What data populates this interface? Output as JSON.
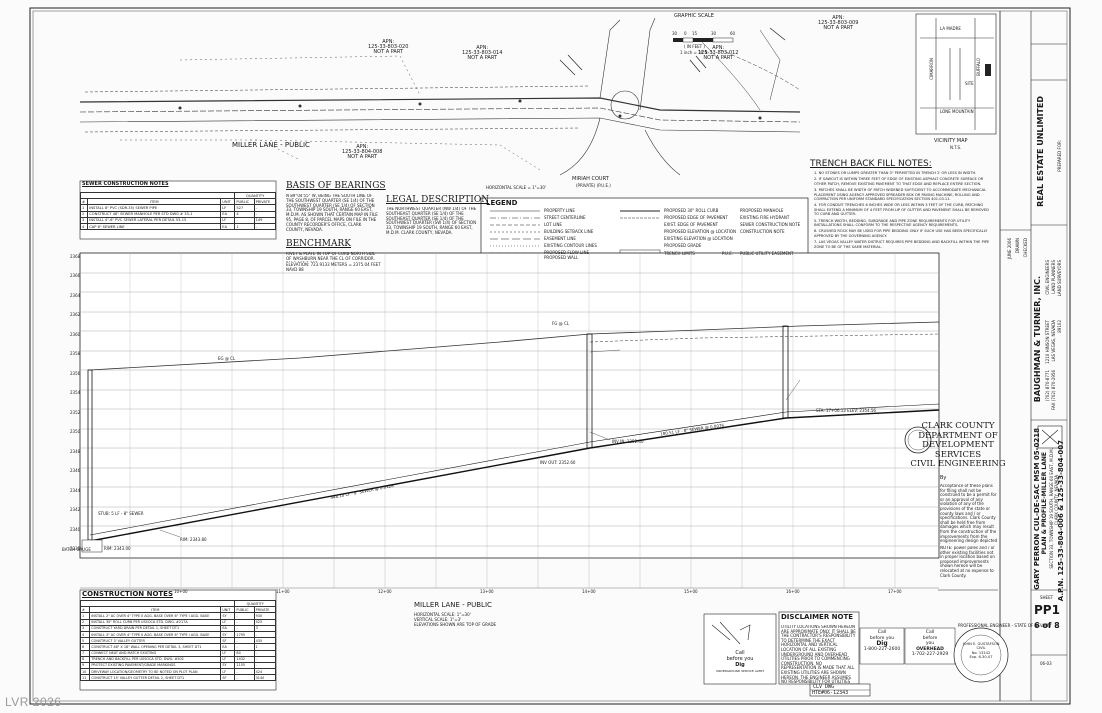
{
  "plan": {
    "apns": [
      {
        "label": "APN:",
        "number": "125-33-803-020",
        "status": "NOT A PART"
      },
      {
        "label": "APN:",
        "number": "125-33-803-014",
        "status": "NOT A PART"
      },
      {
        "label": "APN:",
        "number": "125-33-803-012",
        "status": "NOT A PART"
      },
      {
        "label": "APN:",
        "number": "125-33-803-009",
        "status": "NOT A PART"
      },
      {
        "label": "APN:",
        "number": "125-33-804-008",
        "status": "NOT A PART"
      }
    ],
    "street_lane": "MILLER LANE - PUBLIC",
    "street_court": "MIRIAH COURT",
    "street_court_sub": "(PRIVATE) (P.U.E.)",
    "graphic_scale": "GRAPHIC SCALE",
    "scale_unit": "( IN FEET )",
    "scale_ratio": "1 inch = 30 ft.",
    "scale_ticks": [
      "30",
      "0",
      "15",
      "30",
      "60"
    ],
    "horizontal_scale": "HORIZONTAL SCALE = 1\"=30'"
  },
  "vicinity": {
    "title": "VICINITY MAP",
    "scale": "N.T.S.",
    "roads": [
      "LA MADRE",
      "LONE MOUNTAIN",
      "CIMARRON",
      "BUFFALO"
    ],
    "site": "SITE"
  },
  "sewer_notes": {
    "title": "SEWER CONSTRUCTION NOTES",
    "headers": [
      "#",
      "ITEM",
      "UNIT",
      "PUBLIC",
      "PRIVATE"
    ],
    "quantity": "QUANTITY",
    "rows": [
      [
        "1",
        "INSTALL 8\" PVC (SDR-35) SEWER PIPE",
        "LF",
        "527",
        "-"
      ],
      [
        "2",
        "CONSTRUCT 48\" SEWER MANHOLE PER STD DWG # 33-1",
        "EA",
        "4",
        "-"
      ],
      [
        "3",
        "INSTALL 4\"-6\" PVC SEWER LATERAL PER DETAIL 53-15",
        "LF",
        "-",
        "149"
      ],
      [
        "4",
        "CAP 6\" SEWER LINE",
        "EA",
        "1",
        "-"
      ]
    ]
  },
  "basis": {
    "title": "BASIS OF BEARINGS",
    "text": "N 89°04'55\" W, BEING THE SOUTH LINE OF THE SOUTHWEST QUARTER (SE 1/4) OF THE SOUTHWEST QUARTER (SE 1/4) OF SECTION 33, TOWNSHIP 19 SOUTH, RANGE 60 EAST, M.D.M. AS SHOWN THAT CERTAIN MAP IN FILE 95, PAGE 8, OF PARCEL MAPS ON FILE IN THE COUNTY RECORDER'S OFFICE, CLARK COUNTY, NEVADA."
  },
  "benchmark": {
    "title": "BENCHMARK",
    "text": "RIVET & PLATE IN TOP OF CURB NORTH SIDE OF WASHBURN NEAR THE CL OF CORRIDOR. BM 9,990 3,903",
    "elevation": "ELEVATION: 723.9133 METERS = 2375.04 FEET",
    "navd": "NAVD 88"
  },
  "legal": {
    "title": "LEGAL DESCRIPTION",
    "text": "THE NORTHWEST QUARTER (NW 1/4) OF THE SOUTHEAST QUARTER (SE 1/4) OF THE SOUTHEAST QUARTER (SE 1/4) OF THE SOUTHWEST QUARTER (SW 1/4) OF SECTION 33, TOWNSHIP 19 SOUTH, RANGE 60 EAST, M.D.M. CLARK COUNTY, NEVADA."
  },
  "legend": {
    "title": "LEGEND",
    "items": [
      "PROPERTY LINE",
      "STREET CENTERLINE",
      "LOT LINE",
      "BUILDING SETBACK LINE",
      "EASEMENT LINE",
      "EXISTING CONTOUR LINES",
      "PROPOSED FLOW LINE",
      "PROPOSED WALL",
      "PROPOSED 30\" ROLL CURB",
      "PROPOSED EDGE OF PAVEMENT",
      "EXIST. EDGE OF PAVEMENT",
      "PROPOSED ELEVATION @ LOCATION",
      "EXISTING ELEVATION @ LOCATION",
      "PROPOSED GRADE",
      "PROPOSED MANHOLE",
      "EXISTING FIRE HYDRANT",
      "SEWER CONSTRUCTION NOTE",
      "CONSTRUCTION NOTE",
      "TRENCH LIMITS",
      "PUBLIC UTILITY EASEMENT"
    ],
    "pue": "P.U.E."
  },
  "trench": {
    "title": "TRENCH BACK FILL NOTES:",
    "notes": [
      "1. NO STONES OR LUMPS GREATER THAN 3\" PERMITTED IN TRENCH 2' OR LESS IN WIDTH.",
      "2. IF SAWCUT IS WITHIN THREE FEET OF EDGE OF EXISTING ASPHALT CONCRETE SURFACE OR OTHER PATCH, REMOVE EXISTING PAVEMENT TO THAT EDGE AND REPLACE ENTIRE SECTION.",
      "3. PATCHES SHALL BE WIDTH OF PATCH WIDENED SUFFICIENT TO ACCOMMODATE MECHANICAL PLACEMENT USING AGENCY APPROVED SPREADER BOX OR PAVING MACHINE, ROLLING AND COMPACTION PER UNIFORM STANDARD SPECIFICATION SECTION 401.03.11.",
      "4. FOR CONDUIT TRENCHES 6 INCHES WIDE OR LESS WITHIN 3 FEET OF THE CURB, PATCHING SHALL EXTEND A MINIMUM OF 4 FEET FROM LIP OF GUTTER AND PAVEMENT SHALL BE REMOVED TO CURB AND GUTTER.",
      "5. TRENCH WIDTH, BEDDING, SUBGRADE AND PIPE ZONE REQUIREMENTS FOR UTILITY INSTALLATIONS SHALL CONFORM TO THE RESPECTIVE AGENCY REQUIREMENTS.",
      "6. CRUSHED ROCK MAY BE USED FOR PIPE BEDDING ONLY IF SUCH USE HAS BEEN SPECIFICALLY APPROVED BY THE GOVERNING AGENCY.",
      "7. LAS VEGAS VALLEY WATER DISTRICT REQUIRES PIPE BEDDING AND BACKFILL WITHIN THE PIPE ZONE TO BE OF THE SAME MATERIAL."
    ]
  },
  "profile": {
    "elevations": [
      "2368",
      "2366",
      "2364",
      "2362",
      "2360",
      "2358",
      "2356",
      "2354",
      "2352",
      "2350",
      "2348",
      "2346",
      "2344",
      "2342",
      "2340",
      "2338"
    ],
    "stations": [
      "10+00",
      "11+00",
      "12+00",
      "13+00",
      "14+00",
      "15+00",
      "16+00",
      "17+00"
    ],
    "pipe_label_1": "448.10 LF - 8\" SEWER @ 0.0128",
    "pipe_label_2": "180.51 LF - 8\" SEWER @ 0.0076",
    "inv_in": "INV IN: 2352.40",
    "inv_out": "INV OUT: 2352.60",
    "rim": "RIM: 2343.80",
    "rim2": "RIM: 2343.00",
    "stub": "STA: 17+06.13 ELEV: 2354.56",
    "eg_label": "EG @ CL",
    "fg_label": "FG @ CL",
    "sewer_stub": "STUB: 5 LF - 8\" SEWER",
    "batch": "BATCH GAUGE"
  },
  "county": {
    "line1": "CLARK COUNTY",
    "line2": "DEPARTMENT OF",
    "line3": "DEVELOPMENT",
    "line4": "SERVICES",
    "line5": "CIVIL ENGINEERING",
    "by": "By",
    "acceptance": "Acceptance of these plans for filing shall not be construed to be a permit for or an approval of any violation of any of the provisions of the state or county laws and / or specifications. Clark County shall be held free from damages which may result from the construction of the improvements from the engineering design depicted herein.",
    "note": "NOTE: power poles and / or other existing facilities not in proper location based on proposed improvements shown hereon will be relocated at no expense to Clark County."
  },
  "construction_notes": {
    "title": "CONSTRUCTION NOTES",
    "headers": [
      "#",
      "ITEM",
      "UNIT",
      "PUBLIC",
      "PRIVATE"
    ],
    "quantity": "QUANTITY",
    "rows": [
      [
        "1",
        "INSTALL 2\" AC OVER 4\" TYPE II AGG. BASE OVER 6\" TYPE I AGG. BASE",
        "SY",
        "-",
        "930"
      ],
      [
        "2",
        "INSTALL 30\" ROLL CURB PER USSOCA STD. DWG. #217A",
        "LF",
        "-",
        "425"
      ],
      [
        "3",
        "CONSTRUCT YARD DRAIN PER DETAIL 1, SHEET DT1",
        "EA",
        "-",
        "3"
      ],
      [
        "4",
        "INSTALL 3\" AC OVER 4\" TYPE II AGG. BASE OVER 6\" TYPE I AGG. BASE",
        "SY",
        "1795",
        "-"
      ],
      [
        "5",
        "CONSTRUCT 3' VALLEY GUTTER",
        "SF",
        "-",
        "435"
      ],
      [
        "6",
        "CONSTRUCT 48\" X 18\" WALL OPENING PER DETAIL 3, SHEET DT1",
        "EA",
        "-",
        "1"
      ],
      [
        "7",
        "CONNECT NEAT AND MATCH EXISTING",
        "LF",
        "84",
        "-"
      ],
      [
        "8",
        "TRENCH AND BACKFILL PER USSOCA STD. DWG. #502",
        "LF",
        "1432",
        "-"
      ],
      [
        "9",
        "PROTECT EXISTING PAVEMENT/GRADE MARKINGS",
        "SY",
        "1155",
        "-"
      ],
      [
        "10",
        "DRIVEWAY LOCATION/GEOMETRY TO BE NOTED ON PLOT PLAN",
        "LF",
        "-",
        "424"
      ],
      [
        "11",
        "CONSTRUCT 15' VALLEY GUTTER DETAIL 2, SHEET DT1",
        "SF",
        "-",
        "3140"
      ]
    ]
  },
  "profile_bottom": {
    "street": "MILLER LANE - PUBLIC",
    "h_scale": "HORIZONTAL SCALE: 1\"=30'",
    "v_scale": "VERTICAL SCALE: 1\"=3'",
    "note": "ELEVATIONS SHOWN ARE TOP OF GRADE"
  },
  "dig": {
    "call": "Call",
    "before": "before you",
    "dig": "Dig",
    "phone": "1-800-227-2600",
    "overhead_call": "Call",
    "overhead_before": "before",
    "overhead_you": "you",
    "overhead_word": "OVERHEAD",
    "overhead_phone": "1-702-227-2929",
    "underground": "UNDERGROUND SERVICE ALERT"
  },
  "disclaimer": {
    "title": "DISCLAIMER NOTE",
    "text": "UTILITY LOCATIONS SHOWN HEREON ARE APPROXIMATE ONLY. IT SHALL BE THE CONTRACTOR'S RESPONSIBILITY TO DETERMINE THE EXACT HORIZONTAL AND VERTICAL LOCATION OF ALL EXISTING UNDERGROUND AND OVERHEAD UTILITIES PRIOR TO COMMENCING CONSTRUCTION. NO REPRESENTATION IS MADE THAT ALL EXISTING UTILITIES ARE SHOWN HEREON. THE ENGINEER ASSUMES NO RESPONSIBILITY FOR UTILITIES NOT SHOWN OR FOR UTILITIES NOT SHOWN IN THEIR PROPER LOCATION."
  },
  "clv": {
    "dwg": "CLV DWG",
    "number": "HTE#06-12343"
  },
  "title_block": {
    "firm_line1": "BAUGHMAN & TURNER, INC.",
    "firm_line2": "CIVIL ENGINEERS",
    "firm_line3": "LAND PLANNERS",
    "firm_line4": "LAND SURVEYORS",
    "address": "1210 HINSON STREET",
    "city": "LAS VEGAS, NEVADA",
    "zip": "89102",
    "phone": "(702) 870-8771",
    "fax": "FAX (702) 870-2956",
    "prepared_for": "PREPARED FOR:",
    "client": "REAL ESTATE UNLIMITED",
    "project": "GARY PERRON CUL-DE-SAC MSM 05-0218",
    "subtitle": "PLAN & PROFILE-MILLER LANE",
    "section": "SECTION 33, TOWNSHIP 19 SOUTH, RANGE 60 EAST, M.D.M.",
    "location": "CLARK COUNTY, NEVADA",
    "apn": "A.P.N. 125-33-804-006 & 125-33-804-007",
    "date": "JUNE 2006",
    "drawn": "DRAWN",
    "checked": "CHECKED",
    "sheet_label": "SHEET",
    "sheet": "PP1",
    "sheet_of": "6 of 8",
    "job": "06-03"
  },
  "stamp": {
    "name": "JOHN E. GUSTAFSON",
    "number": "No. 13142",
    "exp": "Exp. 6-30-07",
    "type": "CIVIL",
    "ring": "PROFESSIONAL ENGINEER - STATE OF NEVADA"
  },
  "watermark": "LVR 2026"
}
